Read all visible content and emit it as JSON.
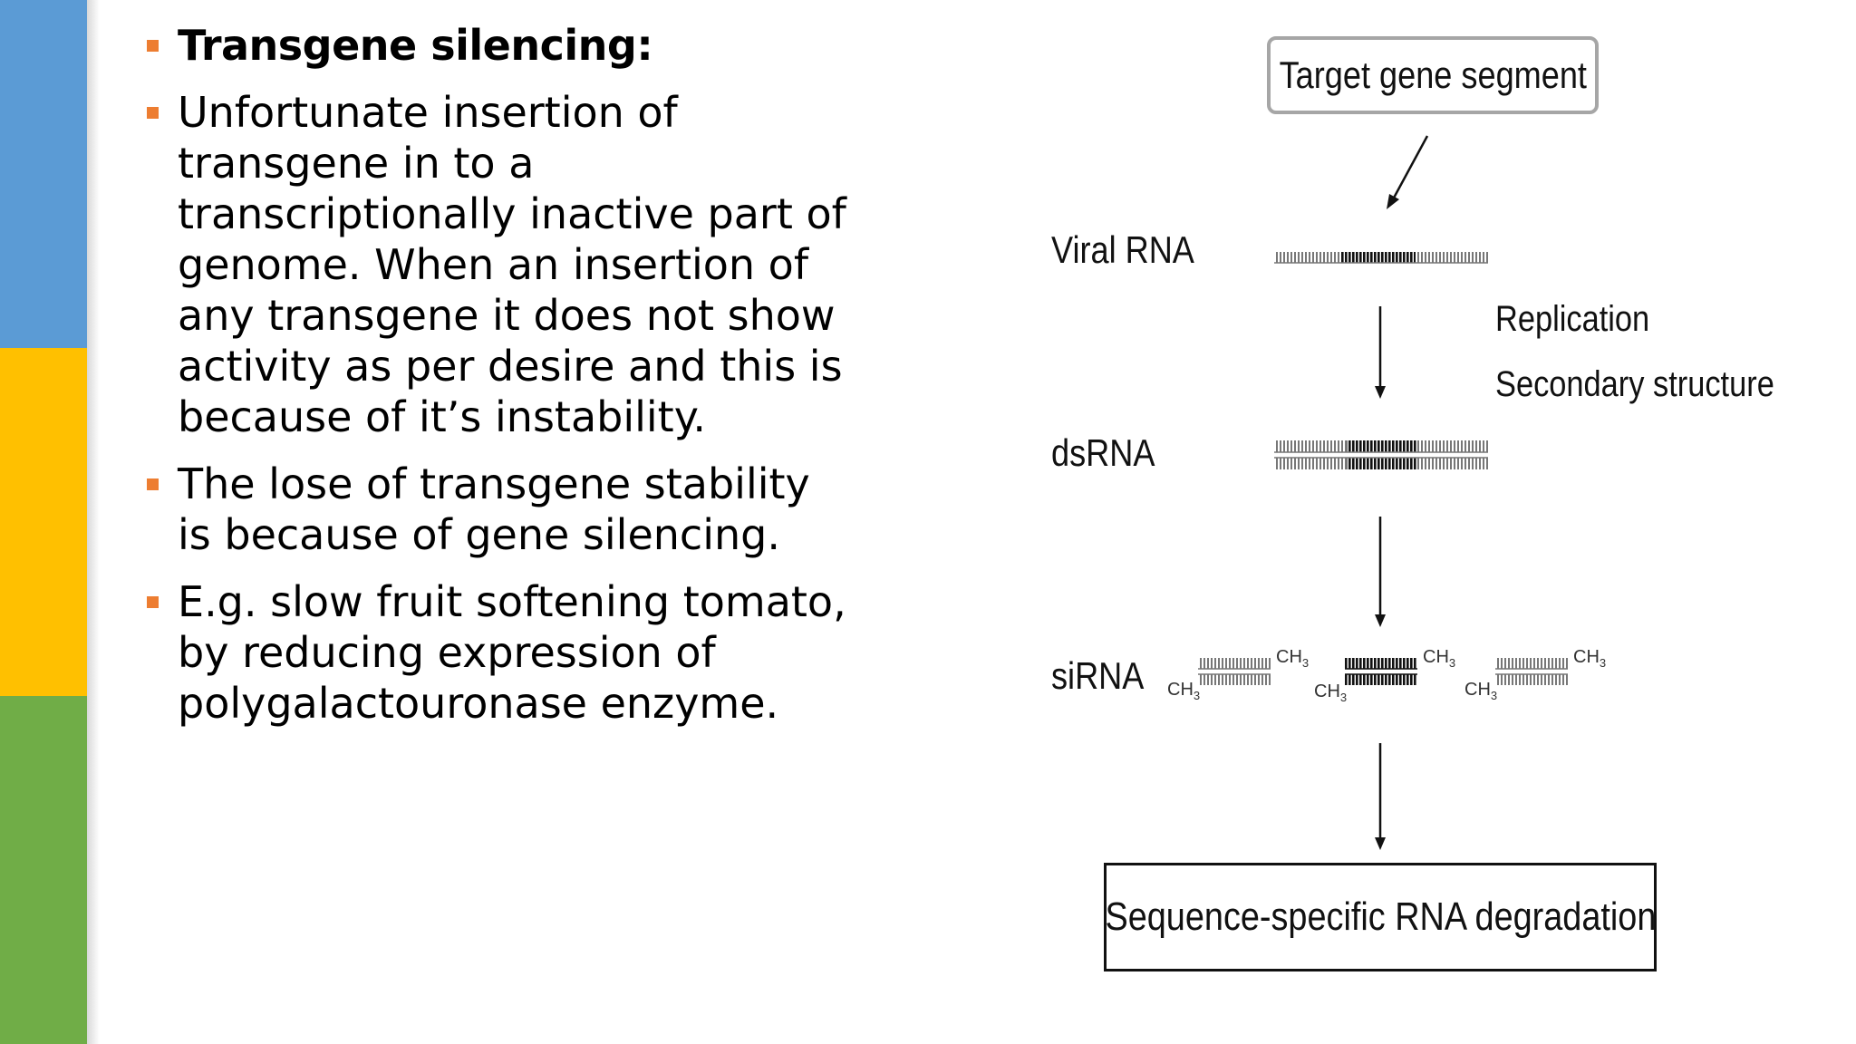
{
  "slide": {
    "colors": {
      "band_blue": "#5b9bd5",
      "band_yellow": "#ffc000",
      "band_green": "#70ad47",
      "bullet": "#ed7d31"
    },
    "bullets": [
      {
        "text": "Transgene silencing:",
        "bold": true
      },
      {
        "text": "Unfortunate insertion of transgene in to a transcriptionally inactive part of genome. When an insertion of any transgene it does not show activity as per desire and this is because of it’s instability.",
        "bold": false
      },
      {
        "text": "The lose of transgene stability is because of gene silencing.",
        "bold": false
      },
      {
        "text": "E.g. slow fruit softening tomato, by reducing expression of polygalactouronase enzyme.",
        "bold": false
      }
    ]
  },
  "diagram": {
    "target_box": "Target gene segment",
    "viral_rna": "Viral RNA",
    "replication": "Replication",
    "secondary_structure": "Secondary structure",
    "dsrna": "dsRNA",
    "sirna": "siRNA",
    "ch3_label": "CH",
    "ch3_sub": "3",
    "degradation_box": "Sequence-specific RNA degradation"
  }
}
